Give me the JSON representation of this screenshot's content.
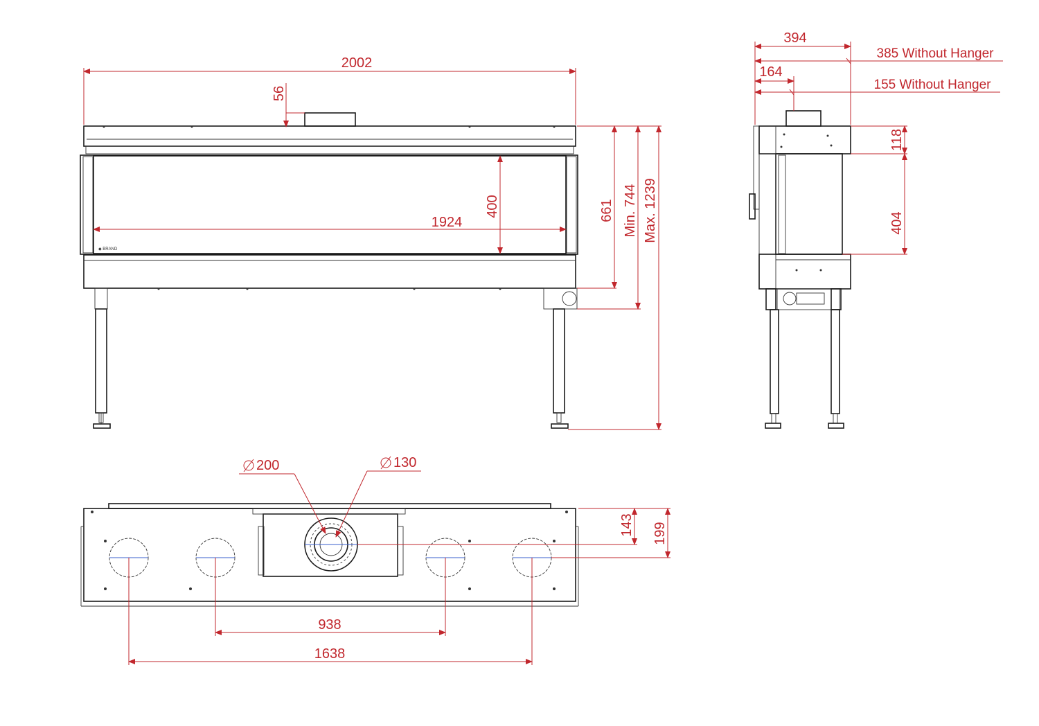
{
  "front_view": {
    "overall_width": "2002",
    "top_offset": "56",
    "glass_width": "1924",
    "glass_height": "400",
    "body_height": "661",
    "min_height": "Min. 744",
    "max_height": "Max. 1239"
  },
  "side_view": {
    "depth": "394",
    "depth_no_hanger": "385 Without Hanger",
    "flue_offset": "164",
    "flue_offset_no_hanger": "155 Without Hanger",
    "top_height": "118",
    "glass_height": "404"
  },
  "top_view": {
    "outer_flue_diameter": "200",
    "inner_flue_diameter": "130",
    "flue_depth_inner": "143",
    "flue_depth_outer": "199",
    "hole_spacing_inner": "938",
    "hole_spacing_outer": "1638"
  },
  "colors": {
    "dimension": "#c1272d",
    "outline": "#1a1a1a",
    "centerline": "#3a5fcd"
  }
}
